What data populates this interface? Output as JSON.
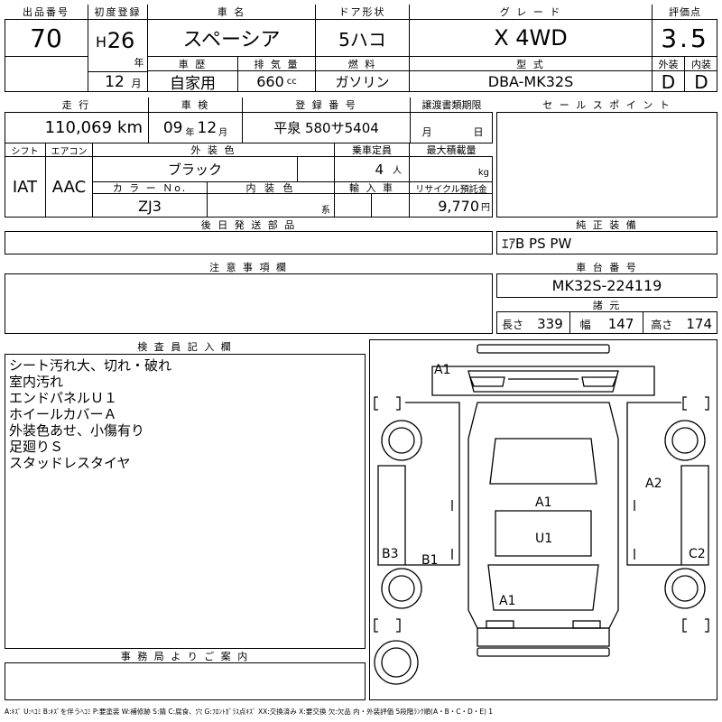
{
  "header": {
    "lot_label": "出品番号",
    "lot": "70",
    "firstreg_label": "初度登録",
    "era": "H",
    "year": "26",
    "year_unit": "年",
    "month": "12",
    "month_unit": "月",
    "name_label": "車 名",
    "name": "スペーシア",
    "door_label": "ドア形状",
    "door": "5ハコ",
    "grade_label": "グ レ ー ド",
    "grade": "X 4WD",
    "score_label": "評価点",
    "score": "3.5",
    "ext_label": "外装",
    "ext": "D",
    "int_label": "内装",
    "int": "D",
    "history_label": "車 歴",
    "history": "自家用",
    "displacement_label": "排 気 量",
    "displacement": "660",
    "displacement_unit": "cc",
    "fuel_label": "燃 料",
    "fuel": "ガソリン",
    "model_label": "型 式",
    "model": "DBA-MK32S"
  },
  "row2": {
    "mileage_label": "走 行",
    "mileage": "110,069",
    "mileage_unit": "km",
    "inspection_label": "車 検",
    "insp_year": "09",
    "insp_year_unit": "年",
    "insp_month": "12",
    "insp_month_unit": "月",
    "plate_label": "登 録 番 号",
    "plate": "平泉 580サ5404",
    "transfer_label": "譲渡書類期限",
    "transfer_month": "月",
    "transfer_day": "日",
    "sales_label": "セ ー ル ス ポ イ ン ト"
  },
  "row3": {
    "shift_label": "シフト",
    "shift": "IAT",
    "ac_label": "エアコン",
    "ac": "AAC",
    "ext_color_label": "外 装 色",
    "ext_color": "ブラック",
    "seats_label": "乗車定員",
    "seats": "4",
    "seats_unit": "人",
    "load_label": "最大積載量",
    "load_unit": "kg",
    "color_no_label": "カ ラ ー Ｎo.",
    "color_no": "ZJ3",
    "int_color_label": "内 装 色",
    "int_color_unit": "系",
    "import_label": "輸 入 車",
    "recycle_label": "リサイクル預託金",
    "recycle": "9,770",
    "recycle_unit": "円"
  },
  "later_parts_label": "後 日 発 送 部 品",
  "equipment_label": "純 正 装 備",
  "equipment": "ｴｱB PS PW",
  "notes_label": "注 意 事 項 欄",
  "chassis_label": "車 台 番 号",
  "chassis": "MK32S-224119",
  "dimensions": {
    "label": "諸 元",
    "length_label": "長さ",
    "length": "339",
    "width_label": "幅",
    "width": "147",
    "height_label": "高さ",
    "height": "174"
  },
  "inspector": {
    "label": "検 査 員 記 入 欄",
    "lines": [
      "シート汚れ大、切れ・破れ",
      "室内汚れ",
      "エンドパネルＵ１",
      "ホイールカバーＡ",
      "外装色あせ、小傷有り",
      "足廻りＳ",
      "スタッドレスタイヤ"
    ]
  },
  "office_label": "事 務 局 よ り ご 案 内",
  "diagram_marks": {
    "front_left": "A1",
    "right_front_door": "A2",
    "roof_front": "A1",
    "roof": "U1",
    "left_rear": "B3",
    "left_quarter": "B1",
    "right_rear": "C2",
    "rear_panel": "A1"
  },
  "legend": "A:ｷｽﾞ U:ﾍｺﾐ B:ｷｽﾞを伴うﾍｺﾐ P:要塗装 W:補修跡 S:錆 C:腐食、穴 G:ﾌﾛﾝﾄｶﾞﾗｽ点ｷｽﾞ XX:交換済み X:要交換 欠:欠品 内・外装評価 5段階ﾗﾝｸ順(A・B・C・D・E) 1"
}
